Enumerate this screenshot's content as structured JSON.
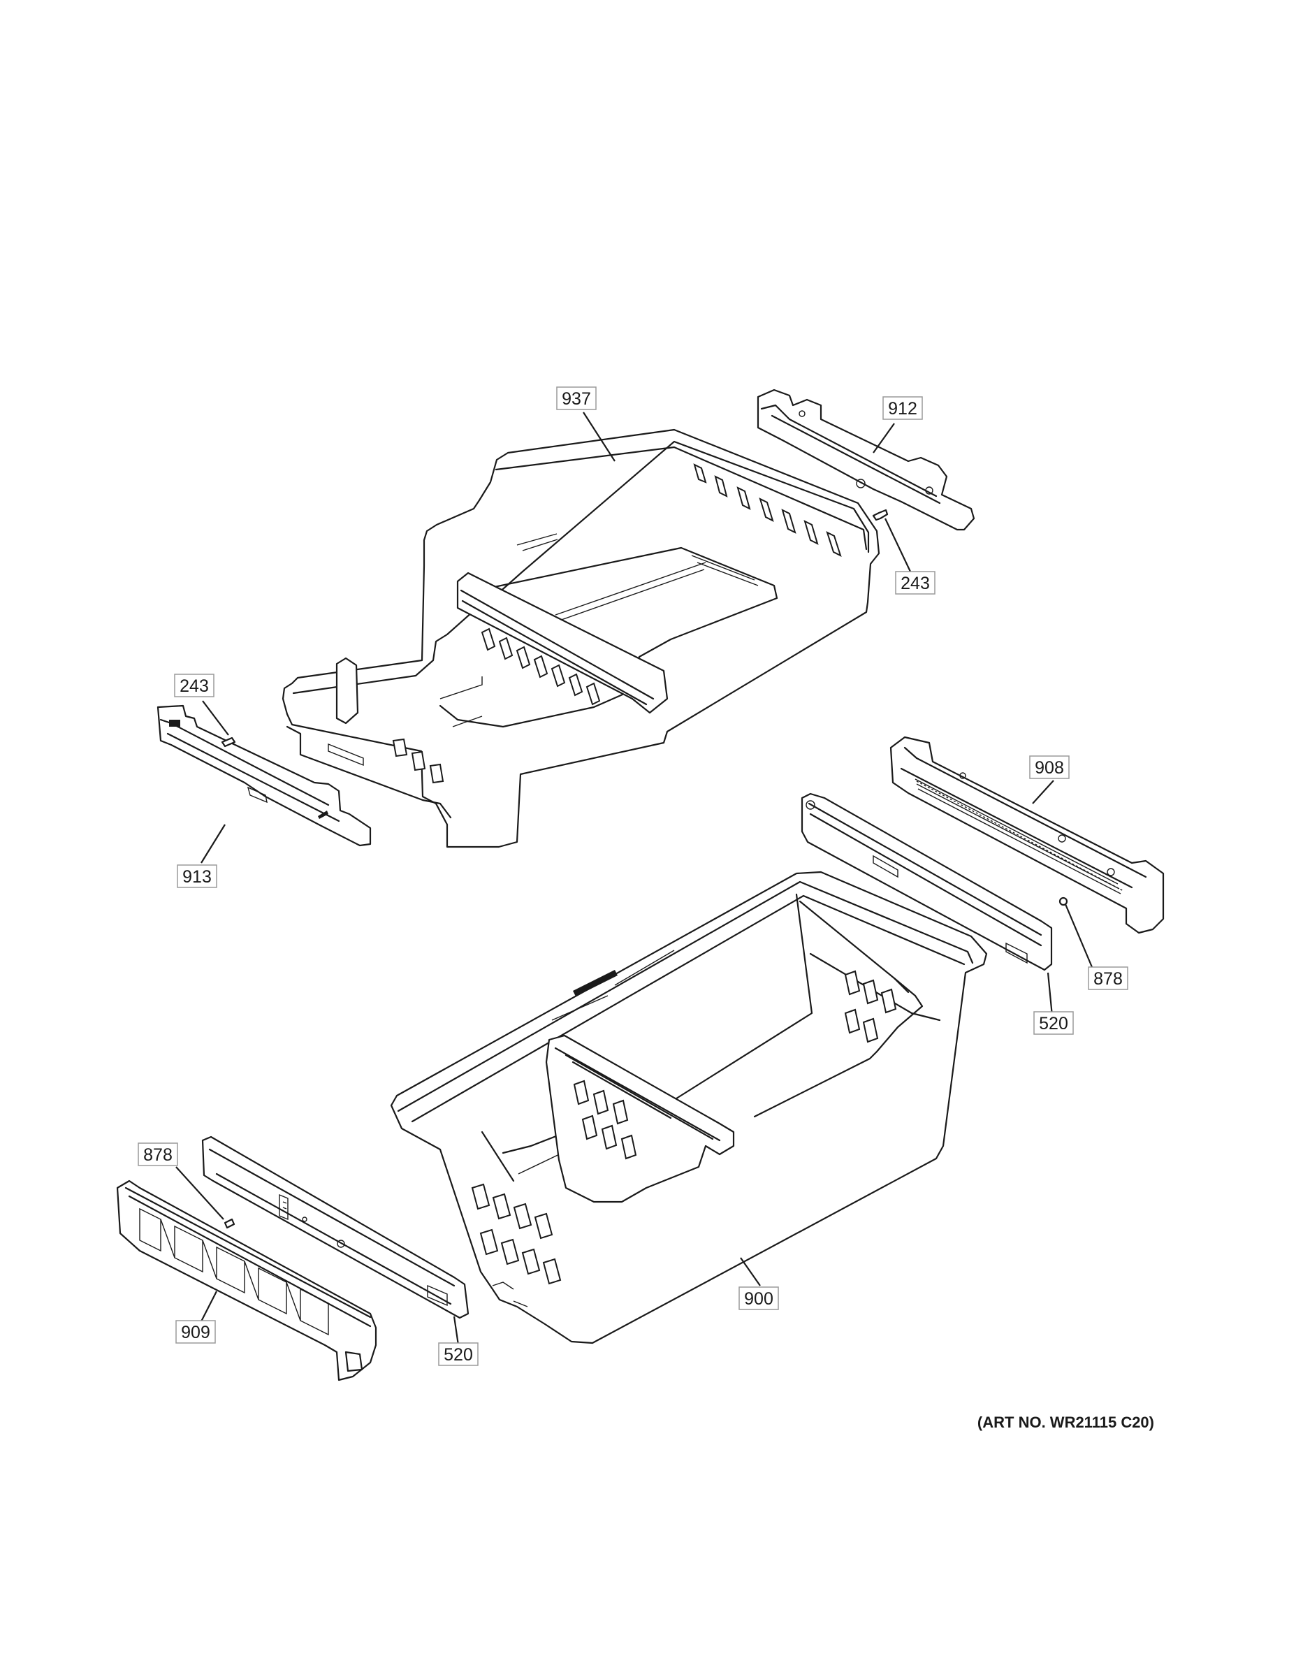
{
  "callouts": [
    {
      "id": "c937",
      "label": "937"
    },
    {
      "id": "c912",
      "label": "912"
    },
    {
      "id": "c243a",
      "label": "243"
    },
    {
      "id": "c243b",
      "label": "243"
    },
    {
      "id": "c913",
      "label": "913"
    },
    {
      "id": "c908",
      "label": "908"
    },
    {
      "id": "c878a",
      "label": "878"
    },
    {
      "id": "c520a",
      "label": "520"
    },
    {
      "id": "c878b",
      "label": "878"
    },
    {
      "id": "c900",
      "label": "900"
    },
    {
      "id": "c909",
      "label": "909"
    },
    {
      "id": "c520b",
      "label": "520"
    }
  ],
  "art_number": "(ART NO. WR21115 C20)"
}
